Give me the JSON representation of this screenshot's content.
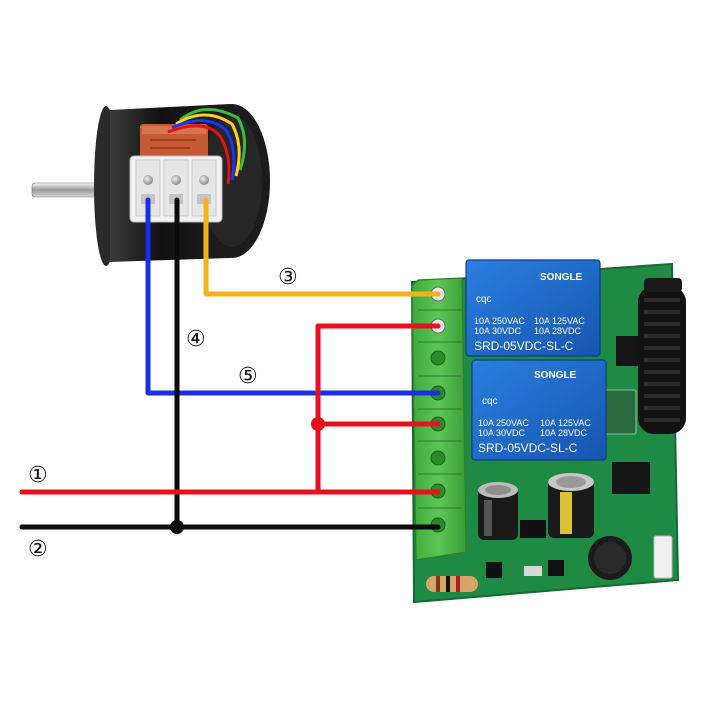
{
  "labels": {
    "wire_1": "①",
    "wire_2": "②",
    "wire_3": "③",
    "wire_4": "④",
    "wire_5": "⑤"
  },
  "relays": [
    {
      "brand": "SONGLE",
      "approval": "cqc",
      "rating_1": "10A 250VAC",
      "rating_2": "10A 125VAC",
      "rating_3": "10A 30VDC",
      "rating_4": "10A 28VDC",
      "model": "SRD-05VDC-SL-C"
    },
    {
      "brand": "SONGLE",
      "approval": "cqc",
      "rating_1": "10A 250VAC",
      "rating_2": "10A 125VAC",
      "rating_3": "10A 30VDC",
      "rating_4": "10A 28VDC",
      "model": "SRD-05VDC-SL-C"
    }
  ],
  "colors": {
    "wire_red": "#e8101e",
    "wire_black": "#0a0a0a",
    "wire_blue": "#1a2ee8",
    "wire_yellow": "#f2b21a",
    "terminal_block": "#4cb848",
    "pcb": "#1f8a44",
    "relay": "#1f6fd0",
    "motor_body": "#1a1a1a",
    "capacitor": "#c9502d"
  },
  "icons": {
    "junction": "junction-dot-icon",
    "screw": "screw-terminal-icon",
    "antenna": "coil-antenna-icon"
  }
}
